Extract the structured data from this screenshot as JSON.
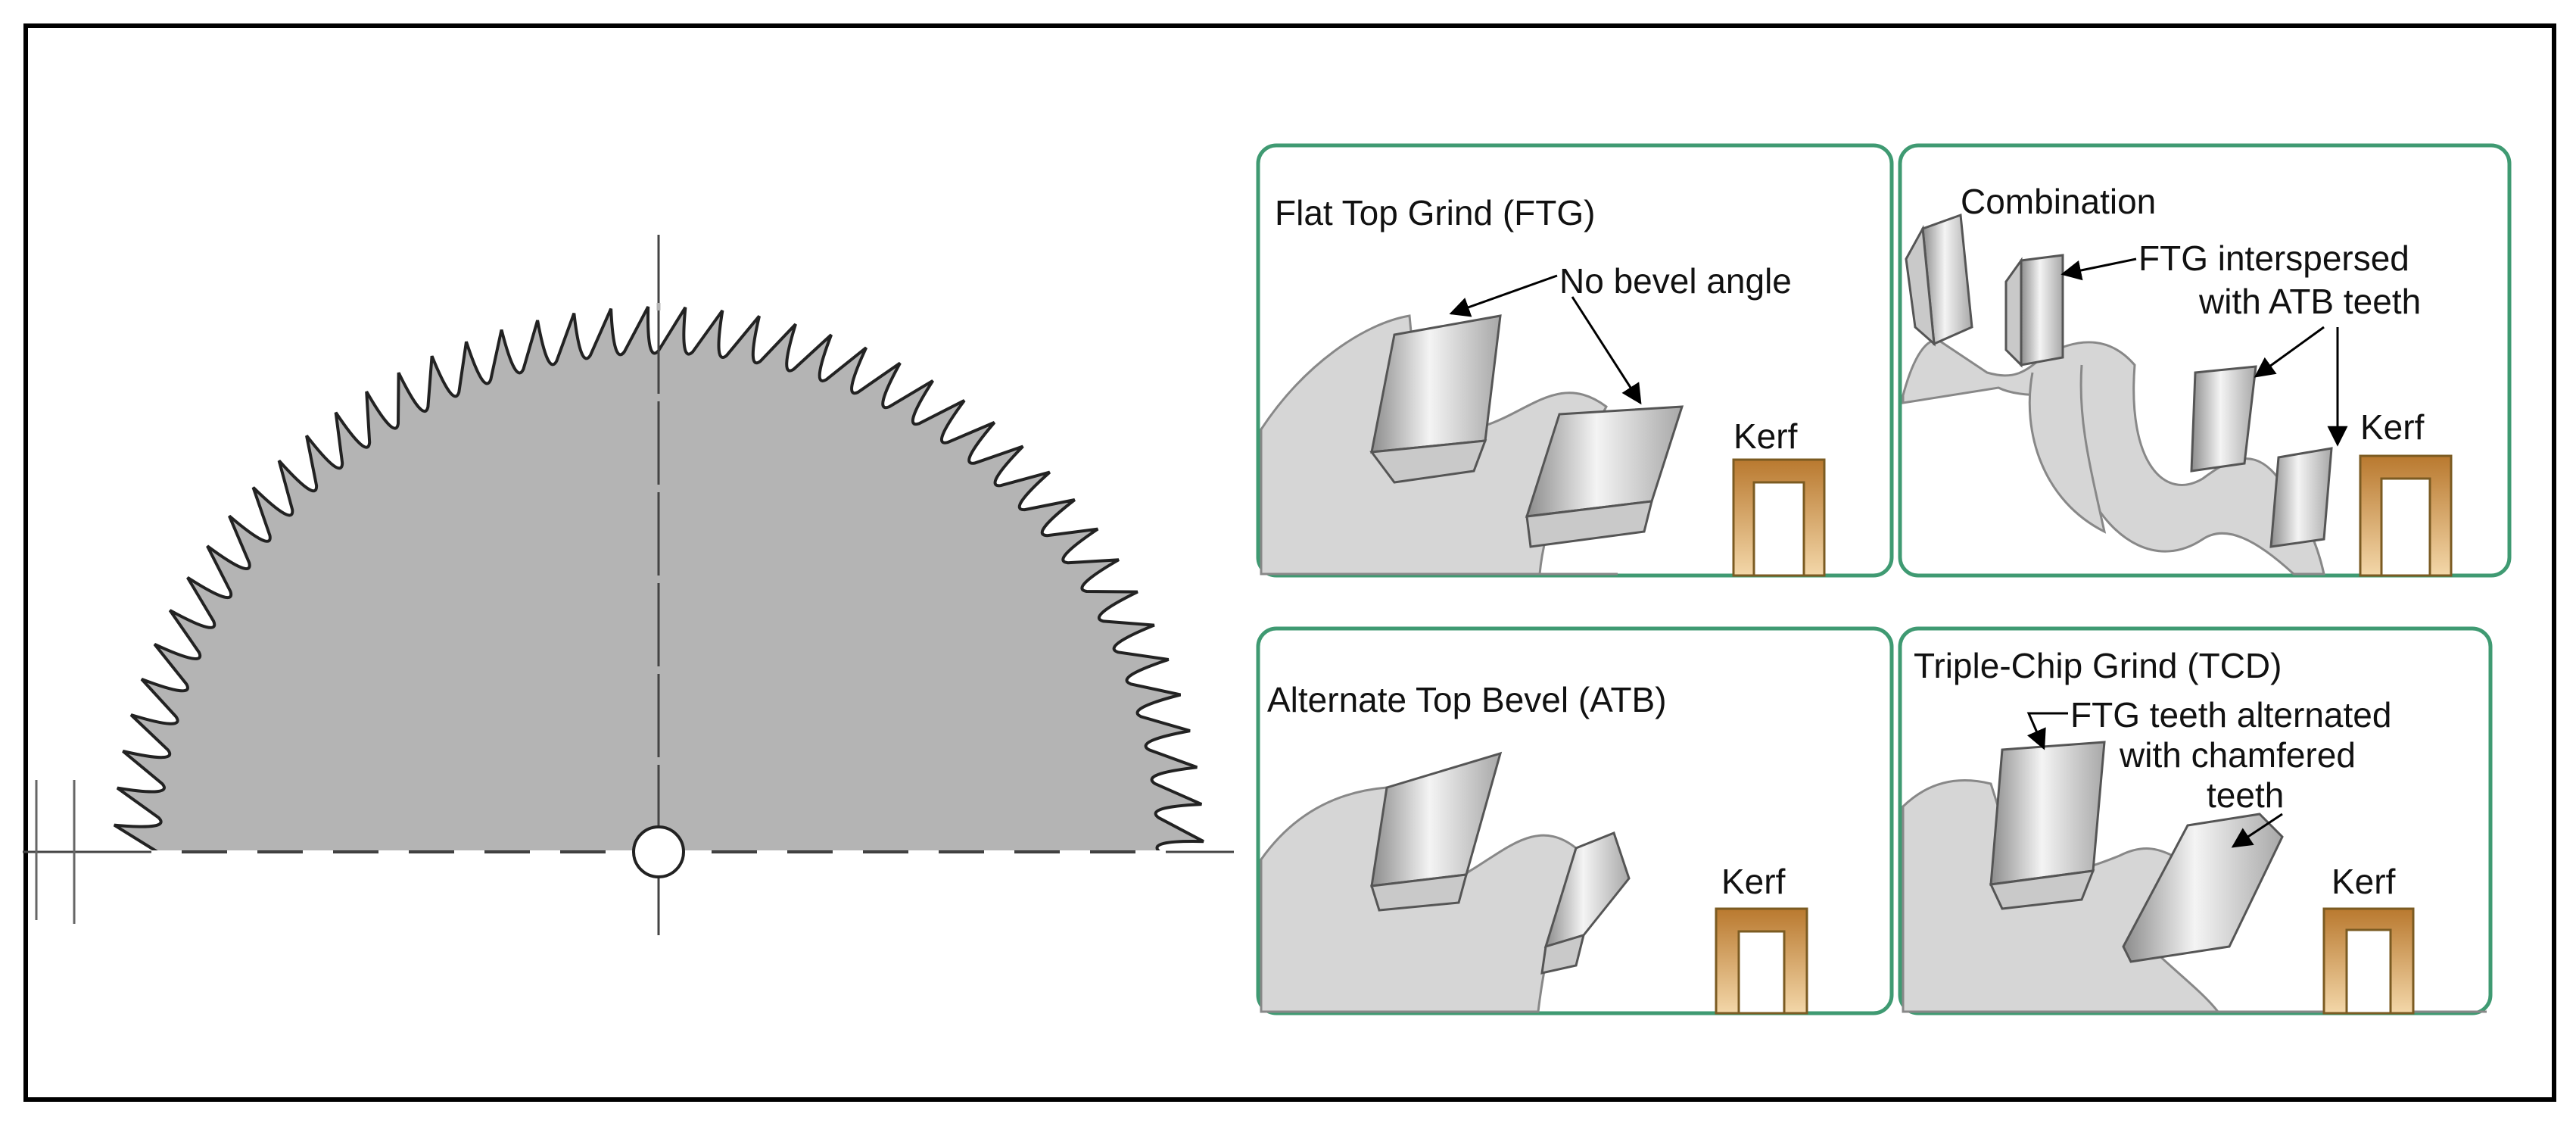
{
  "colors": {
    "border": "#000000",
    "blade": "#b4b4b4",
    "panel_border": "#3f9a72",
    "panel_bg": "#d6d6d6",
    "kerf": "#c58a3c",
    "tooth": "#d9d9d9"
  },
  "panels": [
    {
      "title": "Flat Top Grind (FTG)",
      "callouts": [
        "No bevel angle"
      ],
      "kerf_label": "Kerf"
    },
    {
      "title": "Combination",
      "callouts": [
        "FTG interspersed",
        "with ATB teeth"
      ],
      "kerf_label": "Kerf"
    },
    {
      "title": "Alternate Top Bevel (ATB)",
      "callouts": [],
      "kerf_label": "Kerf"
    },
    {
      "title": "Triple-Chip Grind (TCD)",
      "callouts": [
        "FTG teeth alternated",
        "with chamfered",
        "teeth"
      ],
      "kerf_label": "Kerf"
    }
  ]
}
